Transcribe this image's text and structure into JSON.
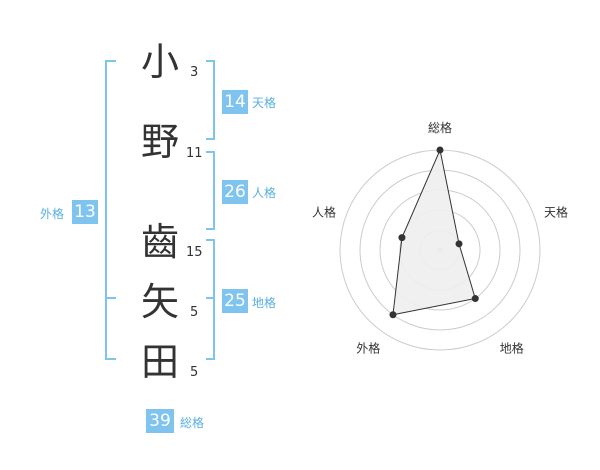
{
  "name": {
    "chars": [
      {
        "char": "小",
        "strokes": "3"
      },
      {
        "char": "野",
        "strokes": "11"
      },
      {
        "char": "齒",
        "strokes": "15"
      },
      {
        "char": "矢",
        "strokes": "5"
      },
      {
        "char": "田",
        "strokes": "5"
      }
    ]
  },
  "kakusu": {
    "tenkaku": {
      "value": "14",
      "label": "天格"
    },
    "jinkaku": {
      "value": "26",
      "label": "人格"
    },
    "chikaku": {
      "value": "25",
      "label": "地格"
    },
    "gaikaku": {
      "value": "13",
      "label": "外格"
    },
    "soukaku": {
      "value": "39",
      "label": "総格"
    }
  },
  "chart_data": {
    "type": "radar",
    "axes": [
      "総格",
      "天格",
      "地格",
      "外格",
      "人格"
    ],
    "values": [
      5,
      1,
      3,
      4,
      2
    ],
    "max": 5,
    "rings": 5,
    "colors": {
      "fill": "#eeeeee",
      "line": "#333333",
      "ring": "#cccccc",
      "bracket": "#7fc4ef"
    }
  }
}
